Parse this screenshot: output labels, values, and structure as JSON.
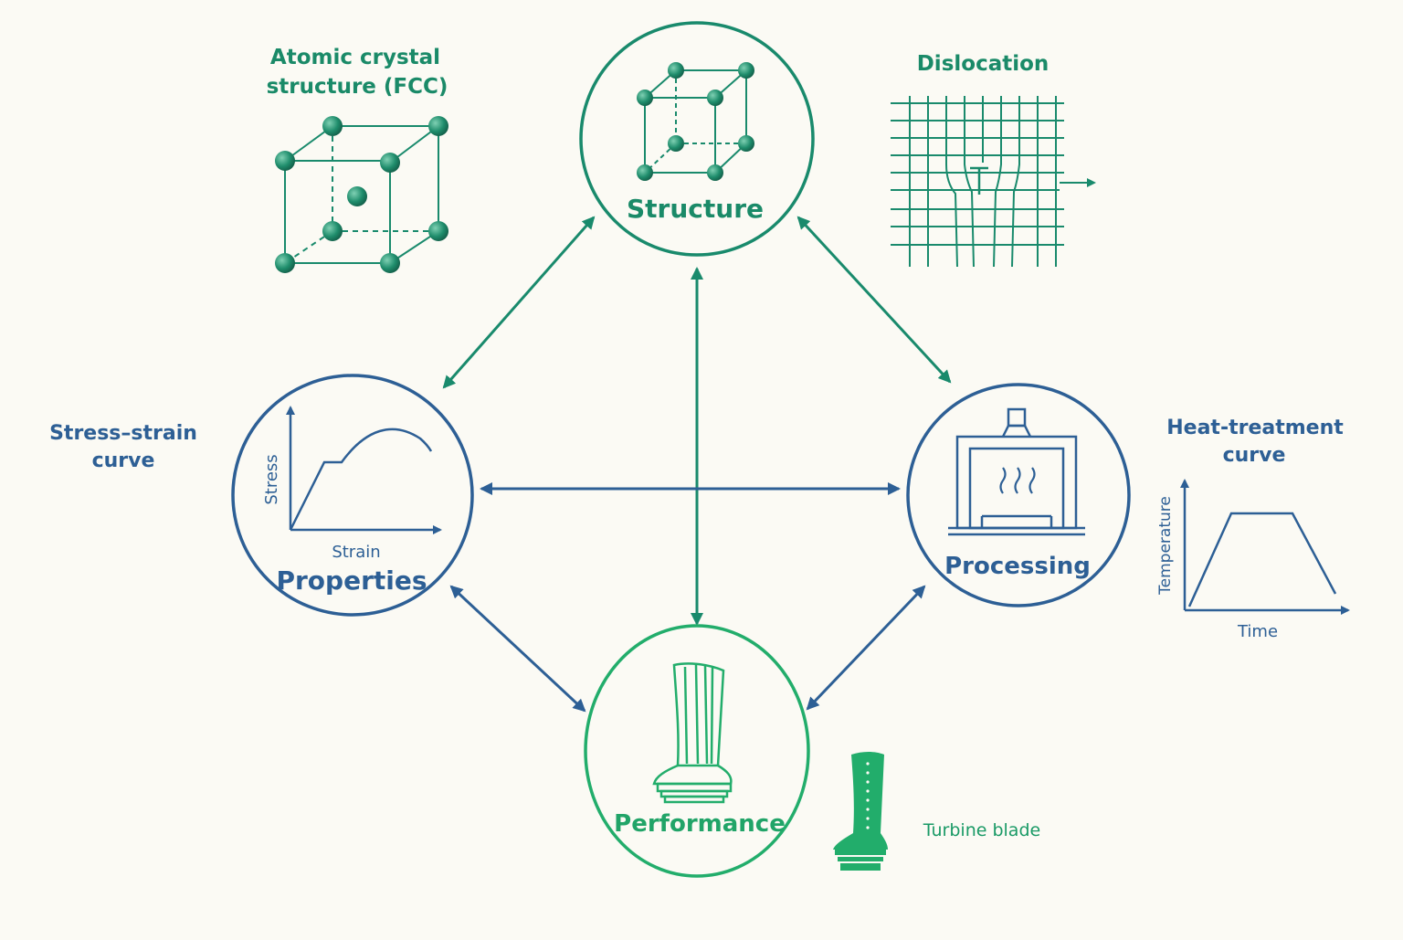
{
  "colors": {
    "structure": "#198a6c",
    "properties": "#2d5f95",
    "processing": "#2d5f95",
    "performance": "#22ad6b",
    "background": "#fbfaf4"
  },
  "nodes": {
    "structure": {
      "label": "Structure"
    },
    "properties": {
      "label": "Properties"
    },
    "processing": {
      "label": "Processing"
    },
    "performance": {
      "label": "Performance"
    }
  },
  "side_labels": {
    "fcc_line1": "Atomic crystal",
    "fcc_line2": "structure (FCC)",
    "dislocation": "Dislocation",
    "stress_line1": "Stress–strain",
    "stress_line2": "curve",
    "heat_line1": "Heat-treatment",
    "heat_line2": "curve",
    "turbine": "Turbine blade"
  },
  "axes": {
    "stress_y": "Stress",
    "stress_x": "Strain",
    "heat_y": "Temperature",
    "heat_x": "Time"
  },
  "icons": {
    "structure": "fcc-unit-cell-icon",
    "properties": "stress-strain-plot-icon",
    "processing": "furnace-icon",
    "performance": "turbine-blade-icon",
    "dislocation": "edge-dislocation-grid-icon",
    "turbine": "turbine-blade-icon"
  }
}
